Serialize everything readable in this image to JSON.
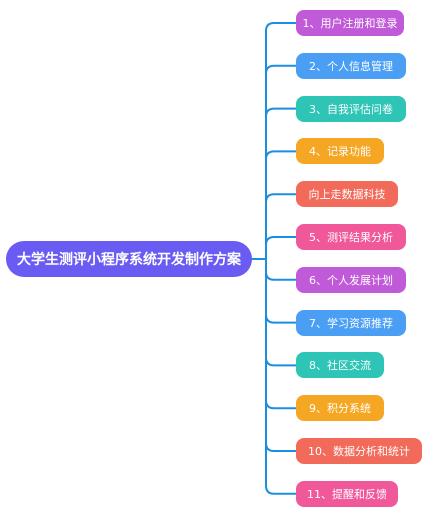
{
  "root": {
    "label": "大学生测评小程序系统开发制作方案",
    "color": "#6a5cf2"
  },
  "connector_color": "#1a8fe0",
  "children": [
    {
      "label": "1、用户注册和登录",
      "color": "#c05ad8"
    },
    {
      "label": "2、个人信息管理",
      "color": "#4a9ff5"
    },
    {
      "label": "3、自我评估问卷",
      "color": "#2ec4b6"
    },
    {
      "label": "4、记录功能",
      "color": "#f5a623"
    },
    {
      "label": "向上走数据科技",
      "color": "#f26a5a"
    },
    {
      "label": "5、测评结果分析",
      "color": "#f0589a"
    },
    {
      "label": "6、个人发展计划",
      "color": "#c05ad8"
    },
    {
      "label": "7、学习资源推荐",
      "color": "#4a9ff5"
    },
    {
      "label": "8、社区交流",
      "color": "#2ec4b6"
    },
    {
      "label": "9、积分系统",
      "color": "#f5a623"
    },
    {
      "label": "10、数据分析和统计",
      "color": "#f26a5a"
    },
    {
      "label": "11、提醒和反馈",
      "color": "#f0589a"
    }
  ]
}
